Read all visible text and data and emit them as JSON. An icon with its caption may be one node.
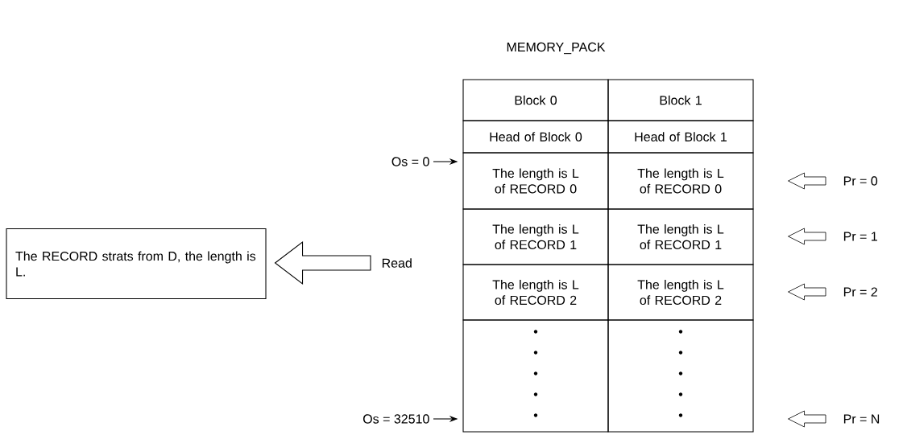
{
  "diagram": {
    "title": "MEMORY_PACK",
    "nodes": [
      {
        "text": [
          "Block 0"
        ]
      },
      {
        "text": [
          "Block 1"
        ]
      },
      {
        "text": [
          "Head of Block 0"
        ]
      },
      {
        "text": [
          "Head of Block 1"
        ]
      },
      {
        "text": [
          "Os = 0"
        ]
      },
      {
        "text": [
          "The length is L of RECORD 0"
        ]
      },
      {
        "text": [
          "The length is L of RECORD 0"
        ]
      },
      {
        "text": [
          "Pr = 0"
        ]
      },
      {
        "text": [
          "The RECORD strats from D, the length is L."
        ]
      },
      {
        "text": [
          "Read"
        ]
      },
      {
        "text": [
          "The length is L of RECORD 1"
        ]
      },
      {
        "text": [
          "The length is L of RECORD 1"
        ]
      },
      {
        "text": [
          "Pr = 1"
        ]
      },
      {
        "text": [
          "The length is L of RECORD 2"
        ]
      },
      {
        "text": [
          "The length is L of RECORD 2"
        ]
      },
      {
        "text": [
          "Pr = 2"
        ]
      },
      {
        "text": [],
        "shape": "box"
      },
      {
        "text": [],
        "shape": "box"
      },
      {
        "text": [
          "Os = 32510"
        ]
      },
      {
        "text": [
          "Pr = N"
        ]
      }
    ],
    "edges": [
      {
        "from": 9,
        "to": 8,
        "arrow": "to"
      },
      {
        "from": 4,
        "to": 5,
        "arrow": "to"
      },
      {
        "from": 18,
        "to": 16,
        "arrow": "to"
      },
      {
        "from": 7,
        "to": 6,
        "arrow": "to"
      },
      {
        "from": 12,
        "to": 11,
        "arrow": "to"
      },
      {
        "from": 15,
        "to": 14,
        "arrow": "to"
      },
      {
        "from": 19,
        "to": 17,
        "arrow": "to"
      }
    ]
  }
}
